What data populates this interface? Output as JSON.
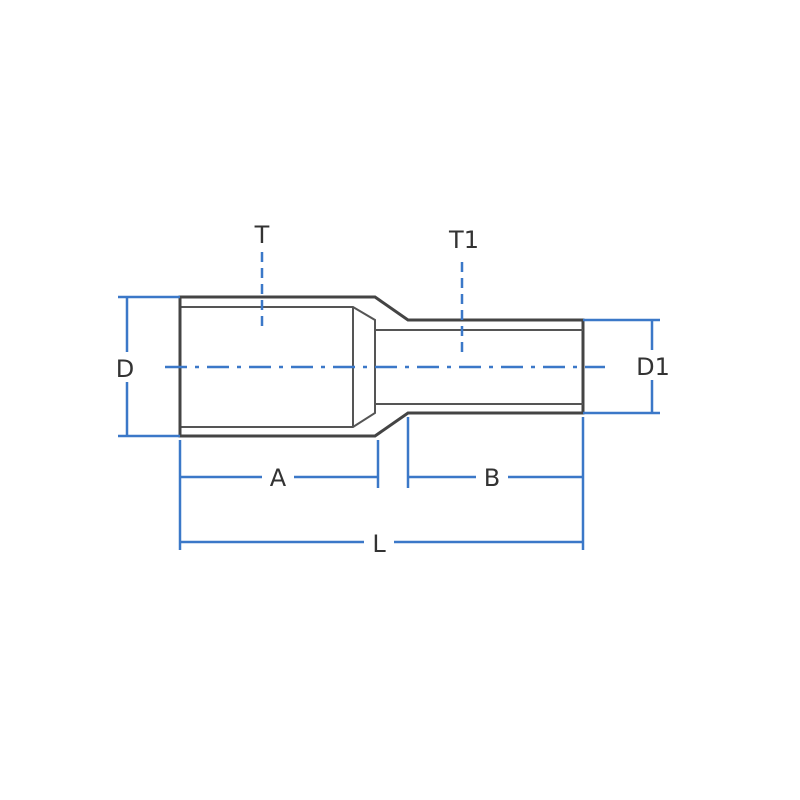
{
  "labels": {
    "T": "T",
    "T1": "T1",
    "D": "D",
    "D1": "D1",
    "A": "A",
    "B": "B",
    "L": "L"
  },
  "colors": {
    "dimension": "#3b78c8",
    "outline": "#444444"
  }
}
